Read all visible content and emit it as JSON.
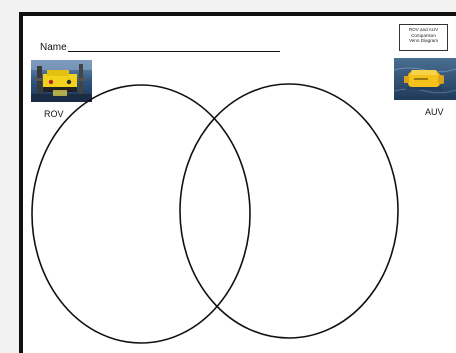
{
  "worksheet": {
    "name_label": "Name",
    "title_lines": [
      "ROV and AUV",
      "Comparison",
      "Venn Diagram"
    ],
    "left_label": "ROV",
    "right_label": "AUV",
    "left_photo": "rov-photo",
    "right_photo": "auv-photo"
  },
  "colors": {
    "ink": "#111111",
    "rov_yellow": "#f2d21a",
    "auv_yellow": "#f5c21b",
    "water_blue": "#24486e"
  }
}
